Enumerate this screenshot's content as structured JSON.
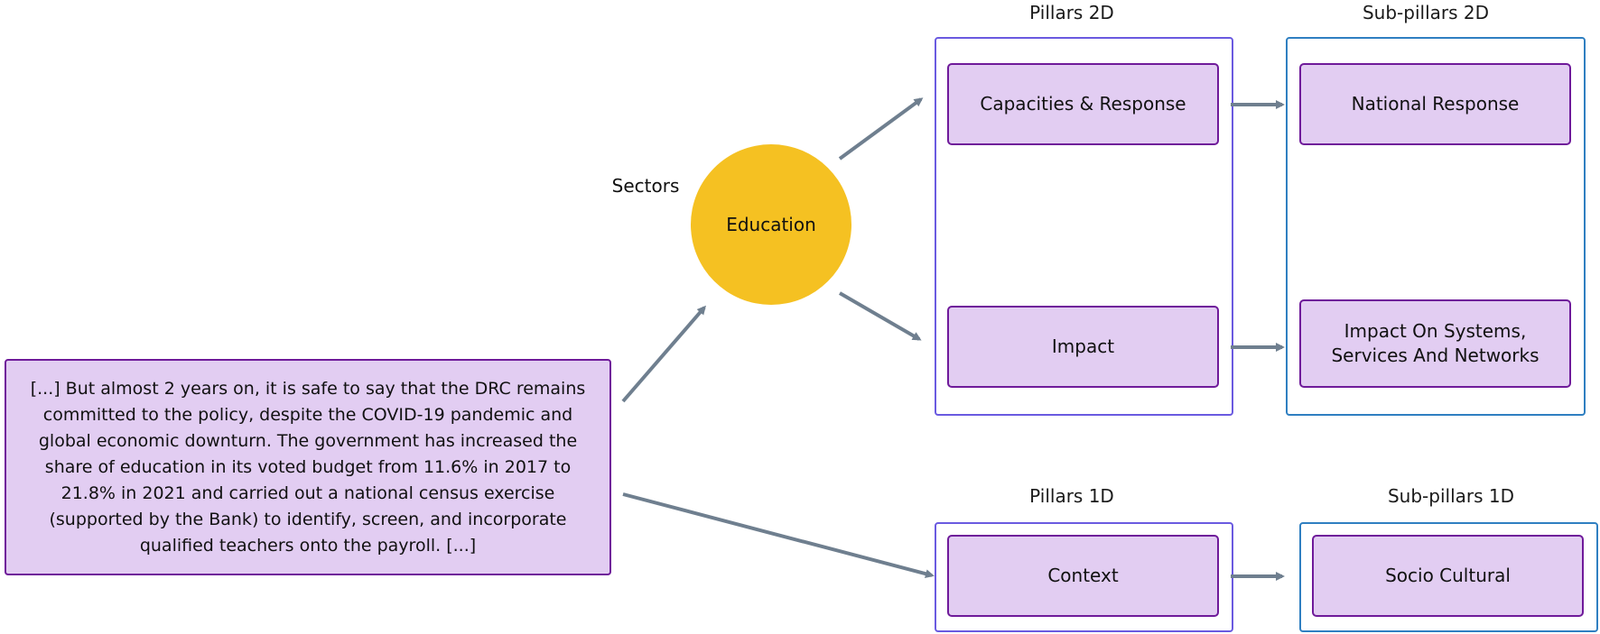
{
  "sectors_label": "Sectors",
  "sector_node": "Education",
  "quote": "[...] But almost 2 years on, it is safe to say that the DRC remains committed to the policy, despite the COVID-19 pandemic and global economic downturn. The government has increased the share of education in its voted budget from 11.6% in 2017 to 21.8% in 2021 and carried out a national census exercise (supported by the Bank) to identify, screen, and incorporate qualified teachers onto the payroll. [...]",
  "columns": {
    "pillars_2d": "Pillars 2D",
    "subpillars_2d": "Sub-pillars 2D",
    "pillars_1d": "Pillars 1D",
    "subpillars_1d": "Sub-pillars 1D"
  },
  "pillars_2d": [
    "Capacities & Response",
    "Impact"
  ],
  "subpillars_2d": [
    "National Response",
    "Impact On Systems, Services And Networks"
  ],
  "pillars_1d": [
    "Context"
  ],
  "subpillars_1d": [
    "Socio Cultural"
  ],
  "colors": {
    "node_fill": "#e2cdf2",
    "node_border": "#6f1a9a",
    "sector_fill": "#f5c122",
    "container_purple": "#6a5ae0",
    "container_blue": "#2f7fc1",
    "arrow": "#6f7f8f"
  }
}
